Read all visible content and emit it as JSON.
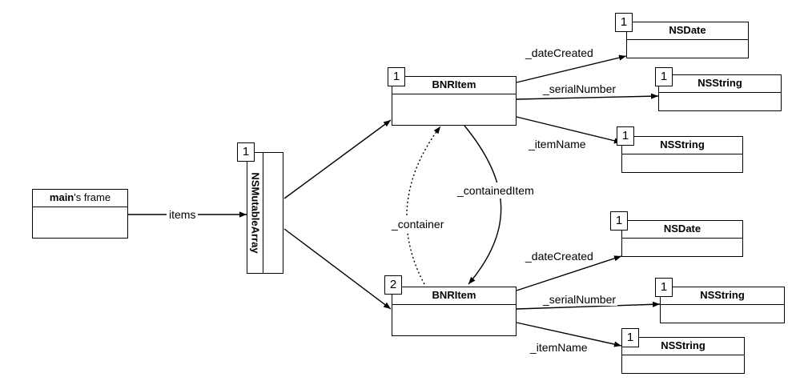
{
  "frame": {
    "bold": "main",
    "rest": "'s frame"
  },
  "array": {
    "title": "NSMutableArray",
    "count": "1"
  },
  "item1": {
    "title": "BNRItem",
    "count": "1",
    "date": {
      "title": "NSDate",
      "count": "1",
      "link": "_dateCreated"
    },
    "serial": {
      "title": "NSString",
      "count": "1",
      "link": "_serialNumber"
    },
    "name": {
      "title": "NSString",
      "count": "1",
      "link": "_itemName"
    }
  },
  "item2": {
    "title": "BNRItem",
    "count": "2",
    "date": {
      "title": "NSDate",
      "count": "1",
      "link": "_dateCreated"
    },
    "serial": {
      "title": "NSString",
      "count": "1",
      "link": "_serialNumber"
    },
    "name": {
      "title": "NSString",
      "count": "1",
      "link": "_itemName"
    }
  },
  "links": {
    "items": "items",
    "contained": "_containedItem",
    "container": "_container"
  }
}
